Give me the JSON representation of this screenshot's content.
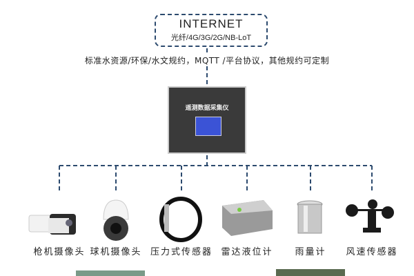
{
  "internet": {
    "title": "INTERNET",
    "subtitle": "光纤/4G/3G/2G/NB-LoT"
  },
  "protocol_text": "标准水资源/环保/水文规约，MQTT /平台协议，其他规约可定制",
  "device": {
    "title": "遥测数据采集仪"
  },
  "line_color": "#2c4a6e",
  "sensors": [
    {
      "label": "枪机摄像头",
      "icon": "bullet-camera-icon"
    },
    {
      "label": "球机摄像头",
      "icon": "dome-camera-icon"
    },
    {
      "label": "压力式传感器",
      "icon": "pressure-sensor-icon"
    },
    {
      "label": "雷达液位计",
      "icon": "radar-level-meter-icon"
    },
    {
      "label": "雨量计",
      "icon": "rain-gauge-icon"
    },
    {
      "label": "风速传感器",
      "icon": "anemometer-icon"
    }
  ]
}
